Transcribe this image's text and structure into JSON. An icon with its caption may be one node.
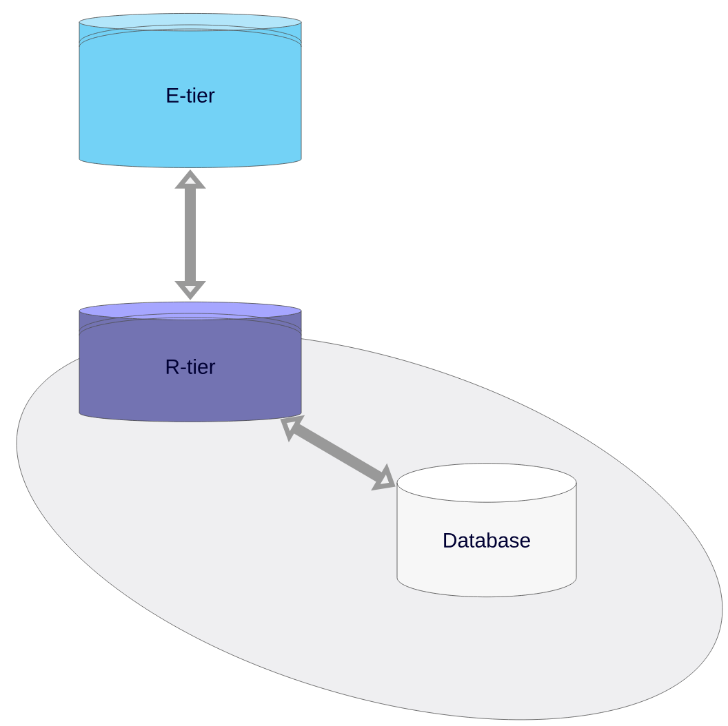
{
  "diagram": {
    "nodes": [
      {
        "text": [
          "E-tier"
        ]
      },
      {
        "text": [],
        "shape": "ellipse"
      },
      {
        "text": [
          "R-tier"
        ]
      },
      {
        "text": [
          "Database"
        ],
        "in": 1
      }
    ],
    "edges": [
      {
        "from": 0,
        "to": 2,
        "arrow": "both"
      },
      {
        "from": 2,
        "to": 3,
        "arrow": "both"
      }
    ]
  }
}
